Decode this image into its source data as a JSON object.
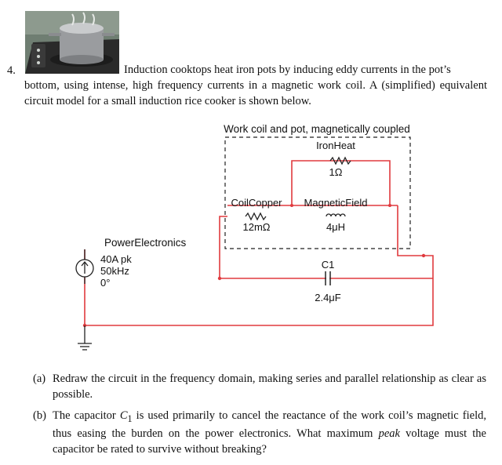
{
  "problem": {
    "number": "4.",
    "intro_line1": "Induction cooktops heat iron pots by inducing eddy currents in the pot’s",
    "intro_rest": "bottom, using intense, high frequency currents in a magnetic work coil. A (simplified) equivalent circuit model for a small induction rice cooker is shown below."
  },
  "photo": {
    "pot_color": "#9a9c9f",
    "cooktop_color": "#2a2a2a",
    "background_color": "#6f7e72"
  },
  "circuit": {
    "box_label": "Work coil and pot, magnetically coupled",
    "iron_heat": {
      "name": "IronHeat",
      "value": "1Ω"
    },
    "coil_copper": {
      "name": "CoilCopper",
      "value": "12mΩ"
    },
    "magnetic_field": {
      "name": "MagneticField",
      "value": "4μH"
    },
    "capacitor": {
      "name": "C1",
      "value": "2.4μF"
    },
    "source": {
      "name": "PowerElectronics",
      "amplitude": "40A pk",
      "frequency": "50kHz",
      "phase": "0°"
    },
    "wire_color": "#e03a3e"
  },
  "parts": [
    {
      "label": "(a)",
      "text": "Redraw the circuit in the frequency domain, making series and parallel relationship as clear as possible."
    },
    {
      "label": "(b)",
      "text_before": "The capacitor ",
      "var": "C",
      "sub": "1",
      "text_mid": " is used primarily to cancel the reactance of the work coil’s magnetic field, thus easing the burden on the power electronics. What maximum ",
      "emph": "peak",
      "text_after": " voltage must the capacitor be rated to survive without breaking?"
    }
  ]
}
